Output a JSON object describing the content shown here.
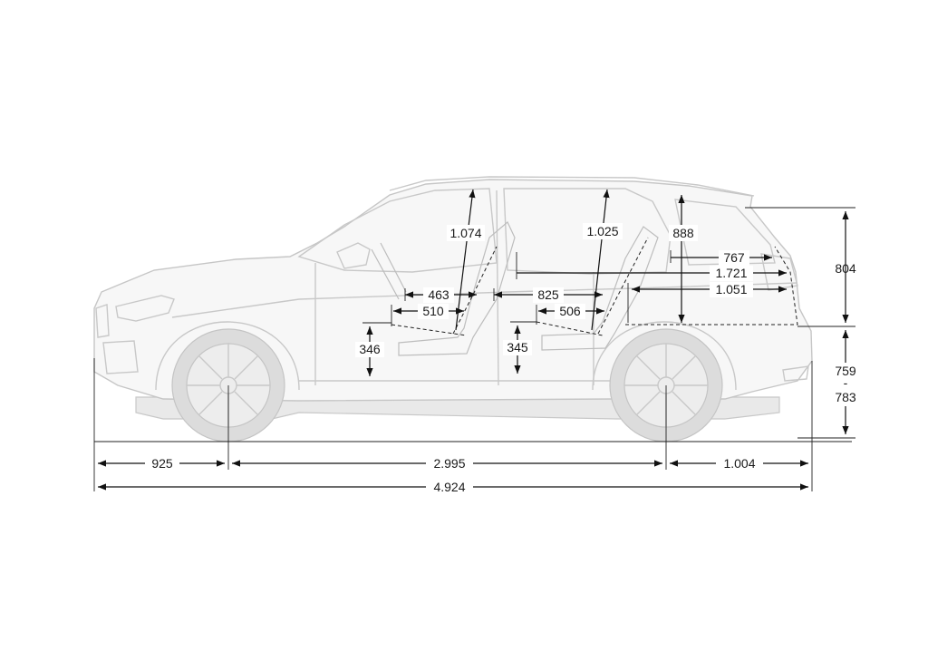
{
  "dimensions": {
    "front_overhang": "925",
    "wheelbase": "2.995",
    "rear_overhang": "1.004",
    "overall_length": "4.924",
    "front_headroom": "1.074",
    "rear_headroom": "1.025",
    "cargo_height": "888",
    "rear_height": "804",
    "ground_to_cargo_floor_min": "759",
    "ground_to_cargo_floor_sep": "-",
    "ground_to_cargo_floor_max": "783",
    "cargo_length_top": "767",
    "cargo_length_max": "1.721",
    "cargo_length_floor": "1.051",
    "front_seat_cushion_top": "463",
    "front_seat_cushion": "510",
    "rear_legroom": "825",
    "rear_seat_cushion": "506",
    "front_seat_height": "346",
    "rear_seat_height": "345"
  },
  "colors": {
    "dimension_lines": "#111111",
    "vehicle_lines": "#c8c8c8",
    "vehicle_fill": "#f7f7f7"
  }
}
